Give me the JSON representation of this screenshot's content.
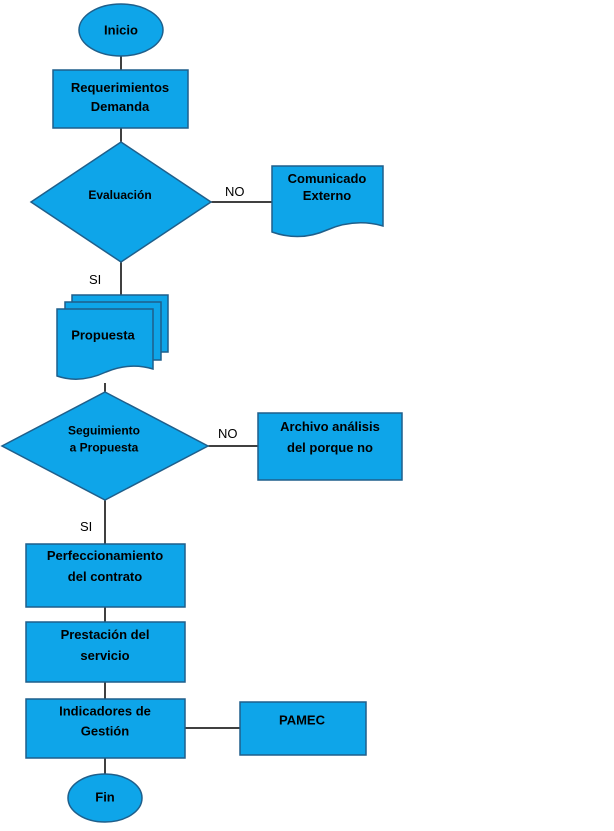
{
  "colors": {
    "fill": "#0EA5E9",
    "stroke": "#1F5F8B",
    "line": "#000000"
  },
  "nodes": {
    "inicio": {
      "lines": [
        "Inicio"
      ]
    },
    "requerimientos": {
      "lines": [
        "Requerimientos",
        "Demanda"
      ]
    },
    "evaluacion": {
      "lines": [
        "Evaluación"
      ]
    },
    "comunicado": {
      "lines": [
        "Comunicado",
        "Externo"
      ]
    },
    "propuesta": {
      "lines": [
        "Propuesta"
      ]
    },
    "seguimiento": {
      "lines": [
        "Seguimiento",
        "a Propuesta"
      ]
    },
    "archivo": {
      "lines": [
        "Archivo análisis",
        "del porque no"
      ]
    },
    "perfeccionamiento": {
      "lines": [
        "Perfeccionamiento",
        "del contrato"
      ]
    },
    "prestacion": {
      "lines": [
        "Prestación del",
        "servicio"
      ]
    },
    "indicadores": {
      "lines": [
        "Indicadores de",
        "Gestión"
      ]
    },
    "pamec": {
      "lines": [
        "PAMEC"
      ]
    },
    "fin": {
      "lines": [
        "Fin"
      ]
    }
  },
  "edge_labels": {
    "eval_no": "NO",
    "eval_si": "SI",
    "seg_no": "NO",
    "seg_si": "SI"
  }
}
